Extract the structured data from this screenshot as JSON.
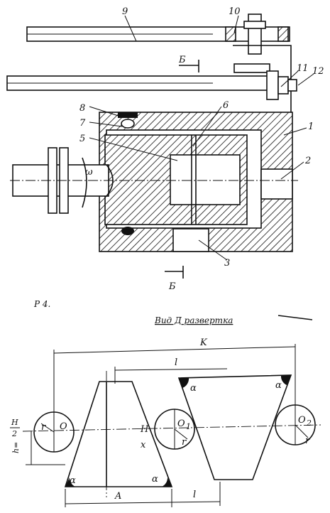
{
  "top_view": {
    "labels": {
      "p1": "1",
      "p2": "2",
      "p3": "3",
      "p5": "5",
      "p6": "6",
      "p7": "7",
      "p8": "8",
      "p9": "9",
      "p10": "10",
      "p11": "11",
      "p12": "12",
      "omega": "ω",
      "section_top": "Б",
      "section_bottom": "Б"
    },
    "caption_fragment": "Р        4."
  },
  "development_view": {
    "title": "Вид Д развертка",
    "dims": {
      "K": "K",
      "l_top": "l",
      "l_bottom": "l",
      "A": "A",
      "h_eq": "h=",
      "H": "H",
      "two": "2"
    },
    "labels": {
      "O": "O",
      "O1": "O",
      "sub1": "1",
      "O2": "O",
      "sub2": "2",
      "r1": "r",
      "r2": "r",
      "r3": "r",
      "H_mid": "H",
      "x_mid": "x",
      "alpha1": "α",
      "alpha2": "α",
      "alpha3": "α",
      "alpha4": "α"
    }
  }
}
